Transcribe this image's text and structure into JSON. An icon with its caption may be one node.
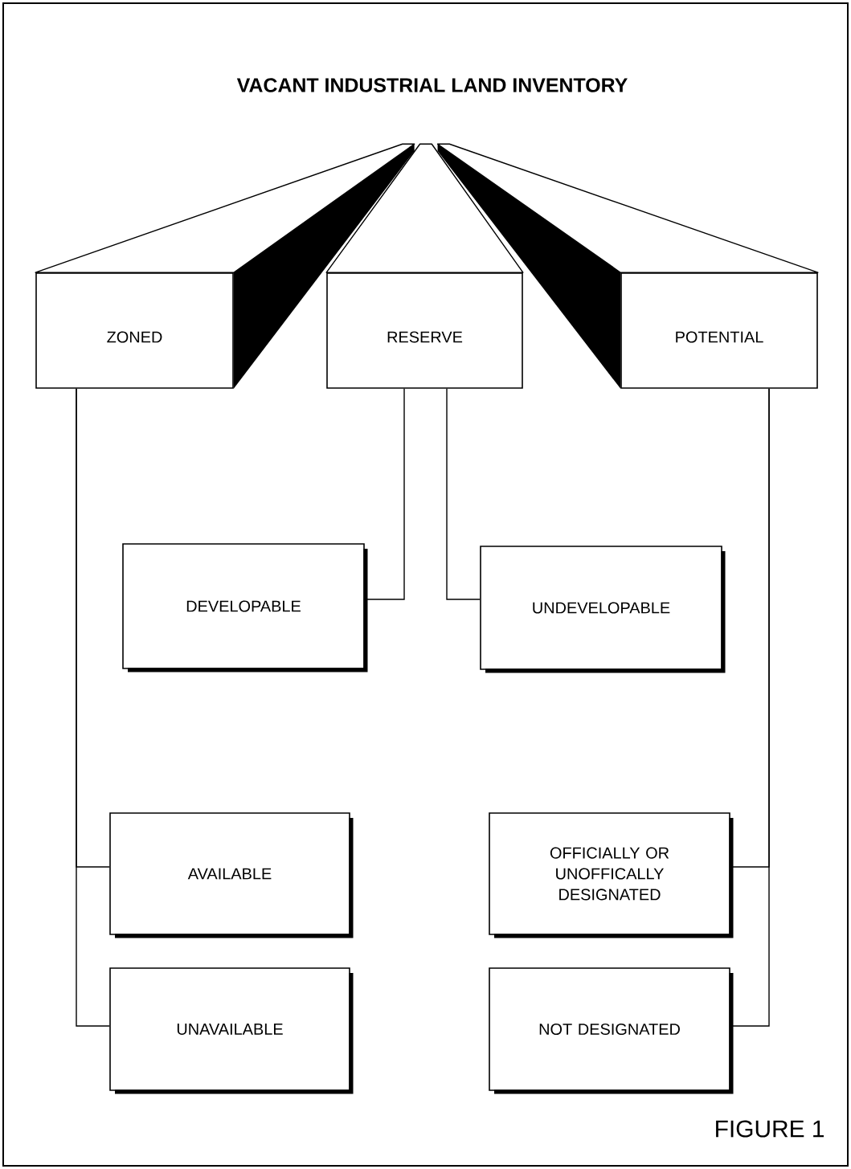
{
  "diagram": {
    "caption": "FIGURE 1",
    "nodes": [
      {
        "text": [
          "VACANT INDUSTRIAL LAND INVENTORY"
        ]
      },
      {
        "text": [
          "ZONED"
        ]
      },
      {
        "text": [
          "RESERVE"
        ]
      },
      {
        "text": [
          "POTENTIAL"
        ]
      },
      {
        "text": [
          "DEVELOPABLE"
        ]
      },
      {
        "text": [
          "UNDEVELOPABLE"
        ]
      },
      {
        "text": [
          "AVAILABLE"
        ]
      },
      {
        "text": [
          "OFFICIALLY OR UNOFFICALLY DESIGNATED"
        ]
      },
      {
        "text": [
          "UNAVAILABLE"
        ]
      },
      {
        "text": [
          "NOT DESIGNATED"
        ]
      }
    ],
    "edges": [
      {
        "from": 0,
        "to": 1,
        "arrow": "none"
      },
      {
        "from": 0,
        "to": 2,
        "arrow": "none"
      },
      {
        "from": 0,
        "to": 3,
        "arrow": "none"
      },
      {
        "from": 2,
        "to": 4,
        "arrow": "none"
      },
      {
        "from": 2,
        "to": 5,
        "arrow": "none"
      },
      {
        "from": 1,
        "to": 6,
        "arrow": "none"
      },
      {
        "from": 1,
        "to": 8,
        "arrow": "none"
      },
      {
        "from": 3,
        "to": 7,
        "arrow": "none"
      },
      {
        "from": 3,
        "to": 9,
        "arrow": "none"
      }
    ]
  }
}
